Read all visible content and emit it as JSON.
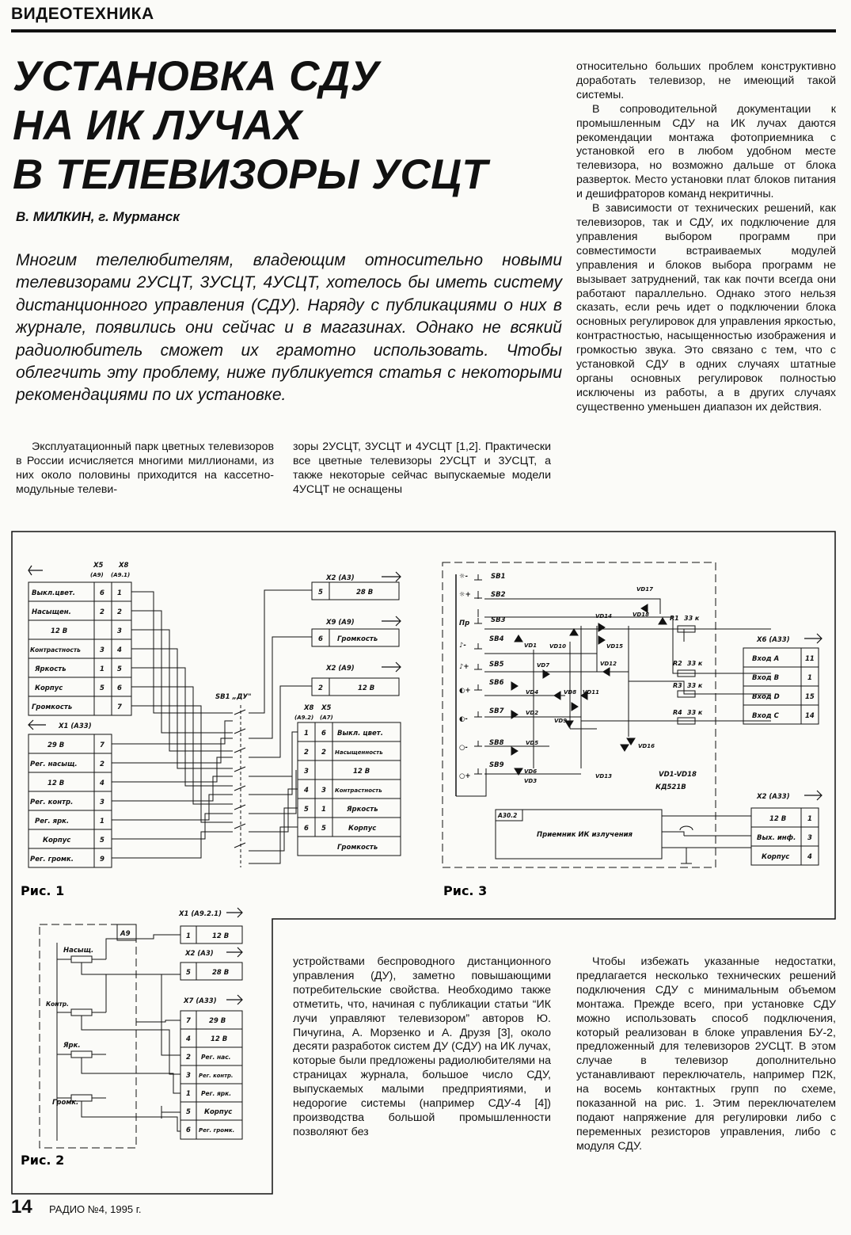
{
  "header": {
    "section": "ВИДЕОТЕХНИКА"
  },
  "article": {
    "title_lines": [
      "УСТАНОВКА СДУ",
      "НА ИК ЛУЧАХ",
      "В ТЕЛЕВИЗОРЫ УСЦТ"
    ],
    "author": "В. МИЛКИН, г. Мурманск",
    "lead": "Многим телелюбителям, владеющим относительно новыми телевизорами 2УСЦТ, 3УСЦТ, 4УСЦТ, хотелось бы иметь систему дистанционного управления (СДУ). Наряду с публикациями о них в журнале, появились они сейчас и в магазинах. Однако не всякий радиолюбитель сможет их грамотно использовать. Чтобы облегчить эту проблему, ниже публикуется статья с некоторыми рекомендациями по их установке.",
    "body_col1": "Эксплуатационный парк цветных телевизоров в России исчисляется многими миллионами, из них около половины приходится на кассетно-модульные телеви-",
    "body_col2": "зоры 2УСЦТ, 3УСЦТ и 4УСЦТ [1,2]. Практически все цветные телевизоры 2УСЦТ и 3УСЦТ, а также некоторые сейчас выпускаемые модели 4УСЦТ не оснащены",
    "body_col3_p1": "относительно больших проблем конструктивно доработать телевизор, не имеющий такой системы.",
    "body_col3_p2": "В сопроводительной документации к промышленным СДУ на ИК лучах даются рекомендации монтажа фотоприемника с установкой его в любом удобном месте телевизора, но возможно дальше от блока разверток. Место установки плат блоков питания и дешифраторов команд некритичны.",
    "body_col3_p3": "В зависимости от технических решений, как телевизоров, так и СДУ, их подключение для управления выбором программ при совместимости встраиваемых модулей управления и блоков выбора программ не вызывает затруднений, так как почти всегда они работают параллельно. Однако этого нельзя сказать, если речь идет о подключении блока основных регулировок для управления яркостью, контрастностью, насыщенностью изображения и громкостью звука. Это связано с тем, что с установкой СДУ в одних случаях штатные органы основных регулировок полностью исключены из работы, а в других случаях существенно уменьшен диапазон их действия.",
    "body_col4": "устройствами беспроводного дистанционного управления (ДУ), заметно повышающими потребительские свойства. Необходимо также отметить, что, начиная с публикации статьи “ИК лучи управляют телевизором” авторов Ю. Пичугина, А. Морзенко и А. Друзя [3], около десяти разработок систем ДУ (СДУ) на ИК лучах, которые были предложены радиолюбителями на страницах журнала, большое число СДУ, выпускаемых малыми предприятиями, и недорогие системы (например СДУ-4 [4]) производства большой промышленности позволяют без",
    "body_col5": "Чтобы избежать указанные недостатки, предлагается несколько технических решений подключения СДУ с минимальным объемом монтажа. Прежде всего, при установке СДУ можно использовать способ подключения, который реализован в блоке управления БУ-2, предложенный для телевизоров 2УСЦТ. В этом случае в телевизор дополнительно устанавливают переключатель, например П2К, на восемь контактных групп по схеме, показанной на рис. 1. Этим переключателем подают напряжение для регулировки либо с переменных резисторов управления, либо с модуля СДУ."
  },
  "fig1": {
    "caption": "Рис. 1",
    "x5": "X5",
    "x8": "X8",
    "a9": "(A9)",
    "a91": "(A9.1)",
    "left_top": [
      {
        "label": "Выкл.цвет.",
        "p1": "6",
        "p2": "1"
      },
      {
        "label": "Насыщен.",
        "p1": "2",
        "p2": "2"
      },
      {
        "label": "12 В",
        "p1": "",
        "p2": "3"
      },
      {
        "label": "Контрастность",
        "p1": "3",
        "p2": "4"
      },
      {
        "label": "Яркость",
        "p1": "1",
        "p2": "5"
      },
      {
        "label": "Корпус",
        "p1": "5",
        "p2": "6"
      },
      {
        "label": "Громкость",
        "p1": "",
        "p2": "7"
      }
    ],
    "x1": "X1 (A33)",
    "left_bot": [
      {
        "label": "29 В",
        "p": "7"
      },
      {
        "label": "Рег. насыщ.",
        "p": "2"
      },
      {
        "label": "12 В",
        "p": "4"
      },
      {
        "label": "Рег. контр.",
        "p": "3"
      },
      {
        "label": "Рег. ярк.",
        "p": "1"
      },
      {
        "label": "Корпус",
        "p": "5"
      },
      {
        "label": "Рег. громк.",
        "p": "9"
      }
    ],
    "switch": "SB1 „ДУ\"",
    "x2a3": "X2 (A3)",
    "x2a3_pin": "5",
    "x2a3_label": "28 В",
    "x9a9": "X9 (A9)",
    "x9a9_pin": "6",
    "x9a9_label": "Громкость",
    "x2a9": "X2 (A9)",
    "x2a9_pin": "2",
    "x2a9_label": "12 В",
    "x8b": "X8",
    "x5b": "X5",
    "a92": "(A9.2)",
    "a7": "(A7)",
    "right_bot": [
      {
        "p1": "1",
        "p2": "6",
        "label": "Выкл. цвет."
      },
      {
        "p1": "2",
        "p2": "2",
        "label": "Насыщенность"
      },
      {
        "p1": "3",
        "p2": "",
        "label": "12 В"
      },
      {
        "p1": "4",
        "p2": "3",
        "label": "Контрастность"
      },
      {
        "p1": "5",
        "p2": "1",
        "label": "Яркость"
      },
      {
        "p1": "6",
        "p2": "5",
        "label": "Корпус"
      },
      {
        "p1": "",
        "p2": "",
        "label": "Громкость"
      }
    ]
  },
  "fig2": {
    "caption": "Рис. 2",
    "module": "A9",
    "pots": [
      "Насыщ.",
      "Контр.",
      "Ярк.",
      "Громк."
    ],
    "x1": "X1 (A9.2.1)",
    "x1_pin": "1",
    "x1_label": "12 В",
    "x2": "X2 (A3)",
    "x2_pin": "5",
    "x2_label": "28 В",
    "x7": "X7 (A33)",
    "x7_rows": [
      {
        "p": "7",
        "label": "29 В"
      },
      {
        "p": "4",
        "label": "12 В"
      },
      {
        "p": "2",
        "label": "Рег. нас."
      },
      {
        "p": "3",
        "label": "Рег. контр."
      },
      {
        "p": "1",
        "label": "Рег. ярк."
      },
      {
        "p": "5",
        "label": "Корпус"
      },
      {
        "p": "6",
        "label": "Рег. громк."
      }
    ]
  },
  "fig3": {
    "caption": "Рис. 3",
    "buttons": [
      "SB1",
      "SB2",
      "SB3",
      "SB4",
      "SB5",
      "SB6",
      "SB7",
      "SB8",
      "SB9"
    ],
    "button_syms": [
      "☼-",
      "☼+",
      "Пр",
      "♪-",
      "♪+",
      "◐+",
      "◐-",
      "○-",
      "○+"
    ],
    "diodes": [
      "VD1",
      "VD2",
      "VD3",
      "VD4",
      "VD5",
      "VD6",
      "VD7",
      "VD8",
      "VD9",
      "VD10",
      "VD11",
      "VD12",
      "VD13",
      "VD14",
      "VD15",
      "VD16",
      "VD17",
      "VD18"
    ],
    "resistors": [
      {
        "name": "R1",
        "value": "33 к"
      },
      {
        "name": "R2",
        "value": "33 к"
      },
      {
        "name": "R3",
        "value": "33 к"
      },
      {
        "name": "R4",
        "value": "33 к"
      }
    ],
    "x6": "X6 (A33)",
    "x6_rows": [
      {
        "label": "Вход А",
        "p": "11"
      },
      {
        "label": "Вход В",
        "p": "1"
      },
      {
        "label": "Вход D",
        "p": "15"
      },
      {
        "label": "Вход С",
        "p": "14"
      }
    ],
    "diode_note": "VD1-VD18",
    "diode_type": "КД521В",
    "receiver_id": "A30.2",
    "receiver": "Приемник ИК излучения",
    "x2": "X2 (A33)",
    "x2_rows": [
      {
        "label": "12 В",
        "p": "1"
      },
      {
        "label": "Вых. инф.",
        "p": "3"
      },
      {
        "label": "Корпус",
        "p": "4"
      }
    ]
  },
  "footer": {
    "page": "14",
    "magazine": "РАДИО №4, 1995 г."
  }
}
